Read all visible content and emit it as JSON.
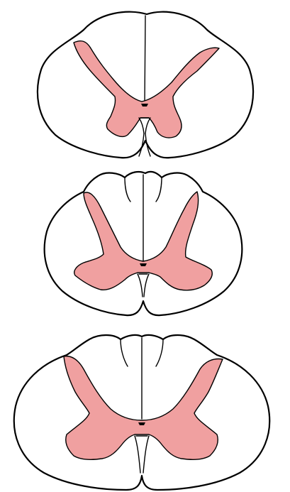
{
  "figure": {
    "background_color": "#ffffff",
    "outline_color": "#000000",
    "grey_matter_color": "#f0a0a0",
    "sections": [
      {
        "id": "section-1",
        "shape": "upper"
      },
      {
        "id": "section-2",
        "shape": "middle"
      },
      {
        "id": "section-3",
        "shape": "lower"
      }
    ]
  }
}
